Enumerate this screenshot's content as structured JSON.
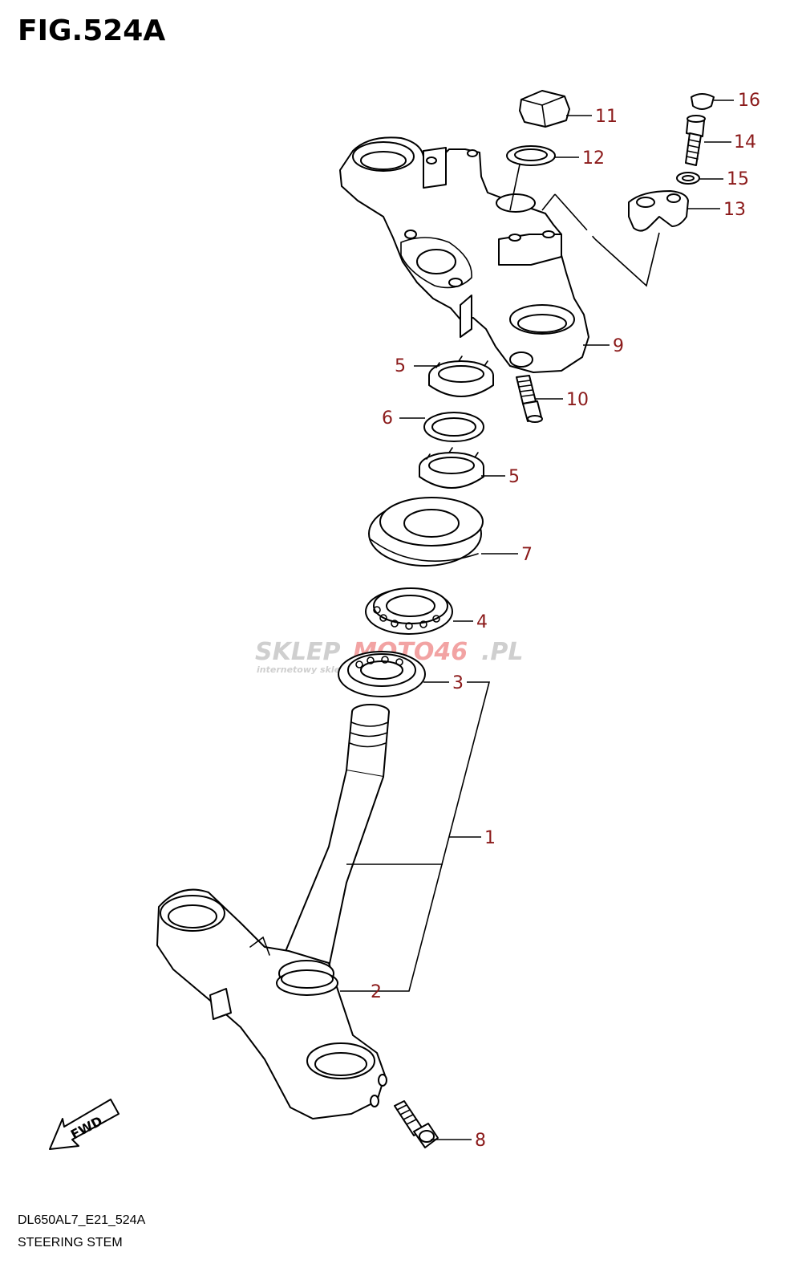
{
  "figure": {
    "title": "FIG.524A",
    "code": "DL650AL7_E21_524A",
    "name": "STEERING STEM"
  },
  "watermark": {
    "brand_part1": "SKLEP",
    "brand_part2": "MOTO46",
    "brand_part3": ".PL",
    "tagline": "internetowy sklep motocyklowy"
  },
  "fwd_label": "FWD",
  "callouts": [
    {
      "id": "1",
      "label": "1"
    },
    {
      "id": "2",
      "label": "2"
    },
    {
      "id": "3",
      "label": "3"
    },
    {
      "id": "4",
      "label": "4"
    },
    {
      "id": "5a",
      "label": "5"
    },
    {
      "id": "5b",
      "label": "5"
    },
    {
      "id": "6",
      "label": "6"
    },
    {
      "id": "7",
      "label": "7"
    },
    {
      "id": "8",
      "label": "8"
    },
    {
      "id": "9",
      "label": "9"
    },
    {
      "id": "10",
      "label": "10"
    },
    {
      "id": "11",
      "label": "11"
    },
    {
      "id": "12",
      "label": "12"
    },
    {
      "id": "13",
      "label": "13"
    },
    {
      "id": "14",
      "label": "14"
    },
    {
      "id": "15",
      "label": "15"
    },
    {
      "id": "16",
      "label": "16"
    }
  ],
  "colors": {
    "callout": "#8b1a1a",
    "line": "#000000",
    "watermark_gray": "#cfcfcf",
    "watermark_red": "#f2a3a3"
  }
}
